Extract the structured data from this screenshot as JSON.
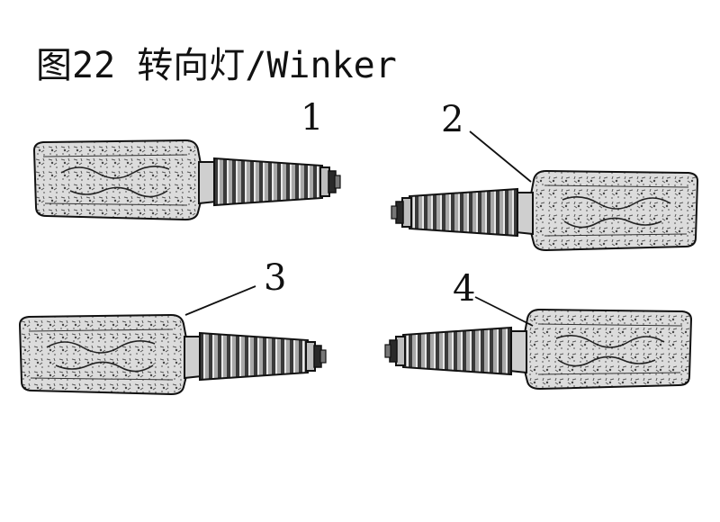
{
  "figure": {
    "title": "图22 转向灯/Winker"
  },
  "parts": [
    {
      "number": "1",
      "orientation": "lens-left"
    },
    {
      "number": "2",
      "orientation": "lens-right"
    },
    {
      "number": "3",
      "orientation": "lens-left"
    },
    {
      "number": "4",
      "orientation": "lens-right"
    }
  ],
  "colors": {
    "ink": "#111111",
    "lens_fill": "#d8d8d8",
    "boot_fill": "#9a9a9a",
    "background": "#ffffff"
  }
}
